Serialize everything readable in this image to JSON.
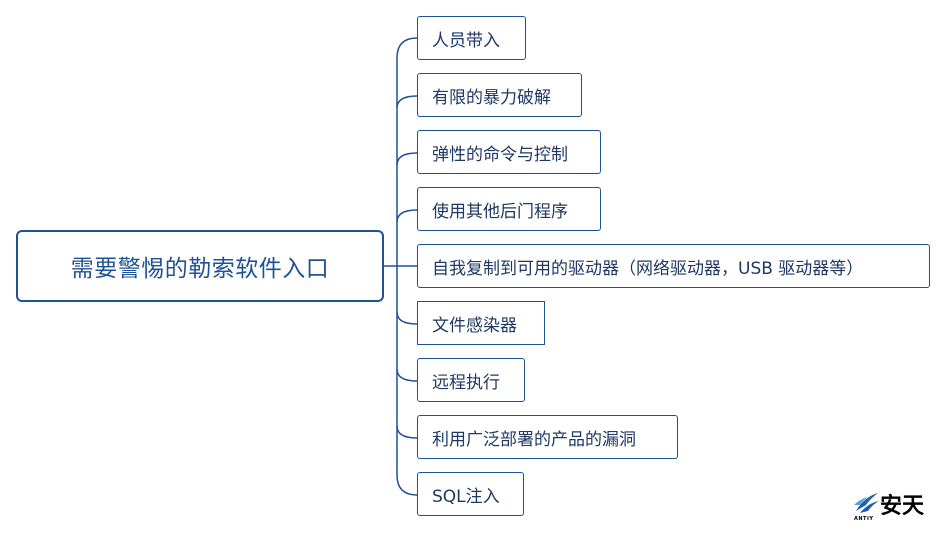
{
  "root": {
    "label": "需要警惕的勒索软件入口"
  },
  "branches": [
    {
      "label": "人员带入"
    },
    {
      "label": "有限的暴力破解"
    },
    {
      "label": "弹性的命令与控制"
    },
    {
      "label": "使用其他后门程序"
    },
    {
      "label": "自我复制到可用的驱动器（网络驱动器，USB 驱动器等）"
    },
    {
      "label": "文件感染器"
    },
    {
      "label": "远程执行"
    },
    {
      "label": "利用广泛部署的产品的漏洞"
    },
    {
      "label": "SQL注入"
    }
  ],
  "logo": {
    "brand_small": "ANTIY",
    "brand_big": "安天"
  },
  "colors": {
    "line": "#1f5197",
    "text": "#1f3864"
  }
}
